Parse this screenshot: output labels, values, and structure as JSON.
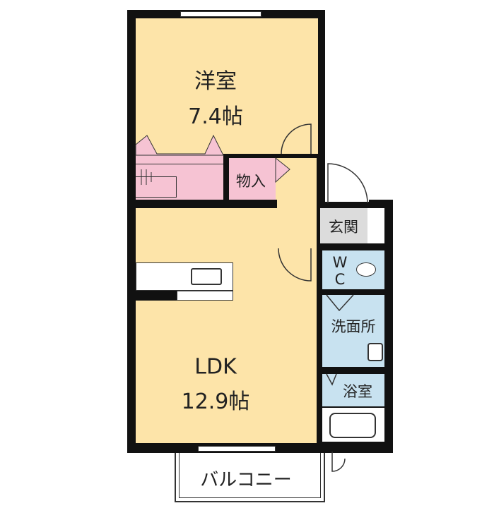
{
  "rooms": {
    "western_room": {
      "name": "洋室",
      "size": "7.4帖"
    },
    "storage": {
      "name": "物入"
    },
    "ldk": {
      "name": "LDK",
      "size": "12.9帖"
    },
    "entrance": {
      "name": "玄関"
    },
    "wc": {
      "name_top": "W",
      "name_bottom": "C"
    },
    "washroom": {
      "name": "洗面所"
    },
    "bathroom": {
      "name": "浴室"
    },
    "balcony": {
      "name": "バルコニー"
    }
  },
  "colors": {
    "living": "#fde4a9",
    "storage": "#f6c3d3",
    "wet": "#c8e2f0",
    "entrance": "#dcdcdc",
    "wall": "#111111"
  }
}
